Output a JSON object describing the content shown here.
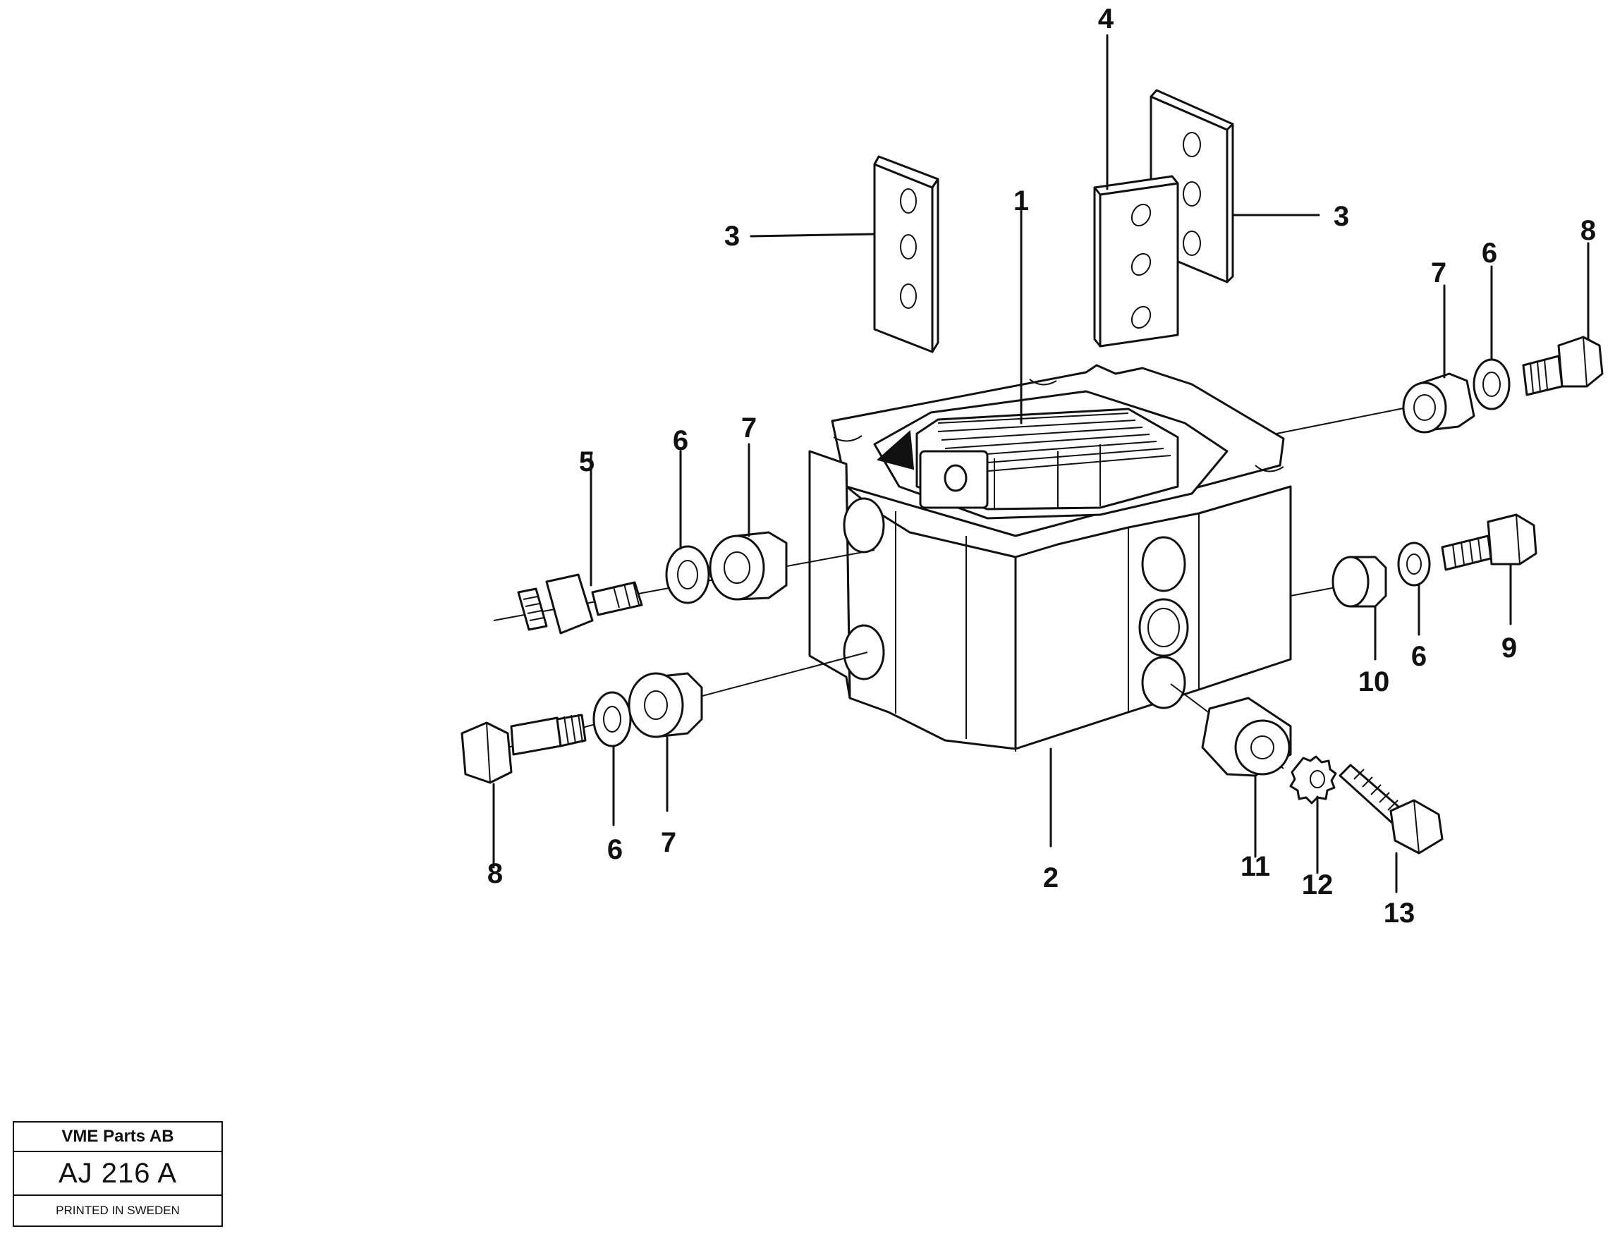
{
  "title_block": {
    "company": "VME Parts AB",
    "drawing_code": "AJ 216 A",
    "printed": "PRINTED IN SWEDEN"
  },
  "callouts": {
    "c1": "1",
    "c2": "2",
    "c3_left": "3",
    "c3_right": "3",
    "c4": "4",
    "c5": "5",
    "c6_upper_left": "6",
    "c7_upper_left": "7",
    "c7_upper_right": "7",
    "c6_upper_right": "6",
    "c8_upper_right": "8",
    "c9": "9",
    "c10": "10",
    "c6_mid_right": "6",
    "c8_lower_left": "8",
    "c6_lower_left": "6",
    "c7_lower_left": "7",
    "c11": "11",
    "c12": "12",
    "c13": "13"
  }
}
